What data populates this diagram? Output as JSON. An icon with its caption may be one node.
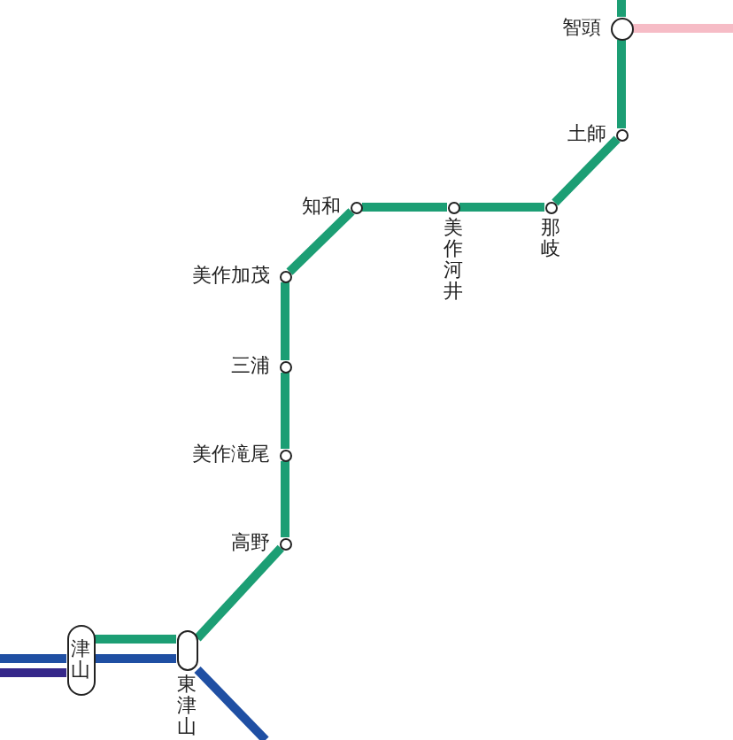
{
  "diagram": {
    "nodes": [
      {
        "text": [],
        "shape": "circle",
        "beside": [
          "智頭"
        ]
      },
      {
        "text": [],
        "shape": "circle",
        "beside": [
          "土師"
        ]
      },
      {
        "text": [],
        "shape": "circle",
        "beside": [
          "知和"
        ]
      },
      {
        "text": [],
        "shape": "circle",
        "beside": [
          "美作河井"
        ]
      },
      {
        "text": [],
        "shape": "circle",
        "beside": [
          "那岐"
        ]
      },
      {
        "text": [],
        "shape": "circle",
        "beside": [
          "美作加茂"
        ]
      },
      {
        "text": [],
        "shape": "circle",
        "beside": [
          "三浦"
        ]
      },
      {
        "text": [],
        "shape": "circle",
        "beside": [
          "美作滝尾"
        ]
      },
      {
        "text": [],
        "shape": "circle",
        "beside": [
          "高野"
        ]
      },
      {
        "text": [
          "津山"
        ]
      },
      {
        "text": [],
        "shape": "box",
        "beside": [
          "東津山"
        ]
      }
    ],
    "edges": [
      {
        "from": 0,
        "to": 1,
        "arrow": "none"
      },
      {
        "from": 1,
        "to": 4,
        "arrow": "none"
      },
      {
        "from": 4,
        "to": 3,
        "arrow": "none"
      },
      {
        "from": 3,
        "to": 2,
        "arrow": "none"
      },
      {
        "from": 2,
        "to": 5,
        "arrow": "none"
      },
      {
        "from": 5,
        "to": 6,
        "arrow": "none"
      },
      {
        "from": 6,
        "to": 7,
        "arrow": "none"
      },
      {
        "from": 7,
        "to": 8,
        "arrow": "none"
      },
      {
        "from": 8,
        "to": 10,
        "arrow": "none"
      },
      {
        "from": 10,
        "to": 9,
        "arrow": "none"
      },
      {
        "from": 10,
        "to": 9,
        "arrow": "none",
        "color": "#1f4fa3"
      },
      {
        "from": 9,
        "to": null,
        "arrow": "none",
        "color": "#1f4fa3"
      },
      {
        "from": 9,
        "to": null,
        "arrow": "none",
        "color": "#35288a"
      },
      {
        "from": 10,
        "to": null,
        "arrow": "none",
        "color": "#1f4fa3"
      },
      {
        "from": null,
        "to": 0,
        "arrow": "none"
      },
      {
        "from": 0,
        "to": null,
        "arrow": "none",
        "color": "#f6bcc6"
      }
    ]
  }
}
